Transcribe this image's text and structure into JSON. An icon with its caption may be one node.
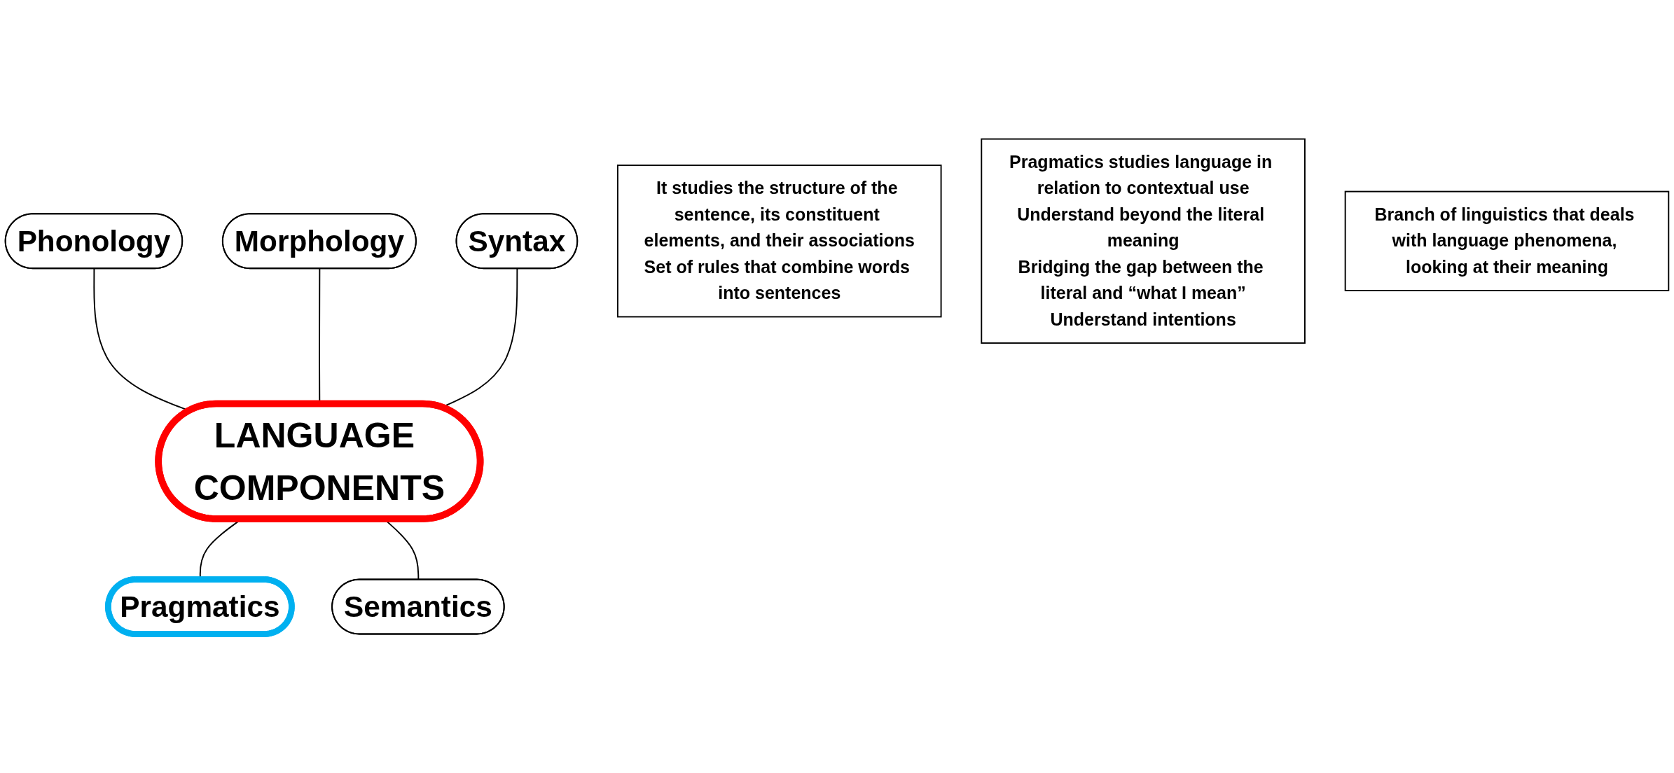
{
  "diagram": {
    "nodes": [
      {
        "text": [
          "LANGUAGE COMPONENTS"
        ]
      },
      {
        "text": [
          "Phonology"
        ]
      },
      {
        "text": [
          "Morphology"
        ]
      },
      {
        "text": [
          "Syntax"
        ]
      },
      {
        "text": [
          "Pragmatics"
        ]
      },
      {
        "text": [
          "Semantics"
        ]
      },
      {
        "text": [
          "It studies the structure of the sentence, its constituent elements, and their associations",
          "Set of rules that combine words into sentences"
        ]
      },
      {
        "text": [
          "Pragmatics studies language in relation to contextual use",
          "Understand beyond the literal meaning",
          "Bridging the gap between the literal and “what I mean”",
          "Understand intentions"
        ]
      },
      {
        "text": [
          "Branch of linguistics that deals with language phenomena, looking at their meaning"
        ]
      }
    ],
    "edges": [
      {
        "from": 1,
        "to": 0,
        "arrow": "none"
      },
      {
        "from": 2,
        "to": 0,
        "arrow": "none"
      },
      {
        "from": 3,
        "to": 0,
        "arrow": "none"
      },
      {
        "from": 0,
        "to": 4,
        "arrow": "none"
      },
      {
        "from": 0,
        "to": 5,
        "arrow": "none"
      }
    ]
  }
}
